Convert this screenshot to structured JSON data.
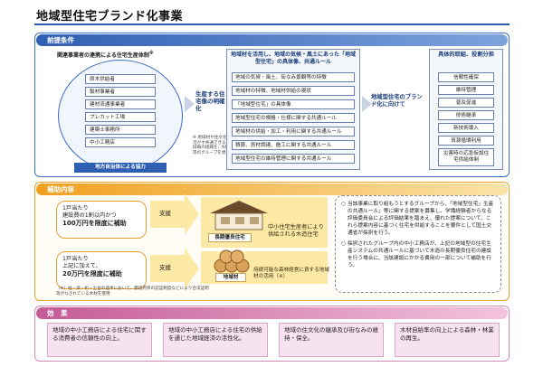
{
  "title": "地域型住宅ブランド化事業",
  "premise": {
    "header": "前提条件",
    "system_title": "関連事業者の連携による住宅生産体制",
    "system_mark": "※",
    "members": [
      "原木供給者",
      "製材事業者",
      "建材流通事業者",
      "プレカット工場",
      "建築士事務所",
      "中小工務店"
    ],
    "support": "地方自治体による協力",
    "middle_label": "生産する住宅像の明確化",
    "middle_note": "※ 地域材や住文化を活かす共通できる地域毎の組織を、NPO等のグループを想定",
    "rules_header": "地域材を活用し、地域の気候・風土にあった「地域型住宅」の具体像、共通ルール",
    "rules": [
      "地域の気候・風土、街なみ景観等の特徴",
      "地域材の特徴、地域材供給の現状",
      "「地域型住宅」の具体像",
      "地域型住宅の規格・仕様に関する共通ルール",
      "地域材の供給・加工・利用に関する共通ルール",
      "積算、資材調達、施工に関する共通ルール",
      "地域型住宅の維持管理に関する共通ルール"
    ],
    "brand_label": "地域型住宅のブランド化に向けて",
    "actions_header": "具体的取組、役割分担",
    "actions": [
      "信頼性確保",
      "維持管理",
      "普及促進",
      "技術継承",
      "新技術導入",
      "資源循環利用",
      "災害時の応急仮設住宅供給体制"
    ]
  },
  "subsidy": {
    "header": "補助内容",
    "item1": {
      "line1": "1戸当たり",
      "line2": "建設費の1割以内かつ",
      "line3": "100万円を限度に補助"
    },
    "item2": {
      "line1": "1戸当たり",
      "line2": "上記に加えて、",
      "line3": "20万円を限度に補助"
    },
    "support_label": "支援",
    "house_label": "長期優良住宅",
    "house_desc": "中小住宅生産者により供給される木造住宅",
    "wood_label": "地域材",
    "wood_desc": "持続可能な森林経営に資する地域材の活用（※）",
    "footnote": "（※）柱・梁・桁・土台の過半において、都道府県の認証制度などにより合法証明等がなされている木材を使用",
    "notes": [
      "当該事業に取り組もうとするグループから、「地域型住宅」生産の共通ルール」等に関する提案を募集し、学識経験者からなる評価委員会による評価結果を踏まえ、優れた提案について、これら提案内容に基づく住宅を供給することを要件として国土交通省が採択を行う。",
      "採択されたグループ内の中小工務店が、上記の地域型の住宅生産システムの共通ルールに基づいて木造の長期優良住宅の建設を行う場合に、当該建設にかかる費用の一部について補助を行う。"
    ]
  },
  "effects": {
    "header": "効　果",
    "items": [
      "地域の中小工務店による住宅に関する消費者の信頼性の向上。",
      "地域の中小工務店による住宅の供給を通じた地域経済の活性化。",
      "地域の住文化の継承及び街なみの維持・保全。",
      "木材自給率の向上による森林・林業の再生。"
    ]
  },
  "colors": {
    "blue": "#3a6dc0",
    "orange": "#e6a030",
    "pink": "#d48ab8",
    "yellow": "#fde9a6"
  }
}
